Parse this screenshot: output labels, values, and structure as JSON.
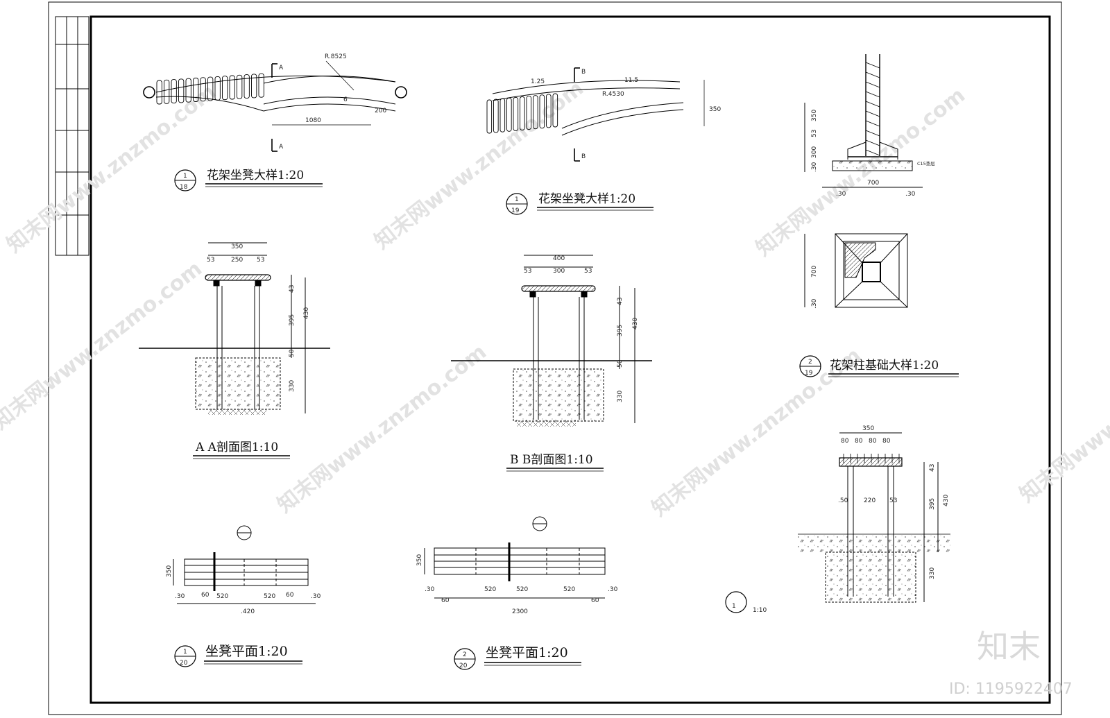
{
  "titles": {
    "t1": {
      "num": "1",
      "den": "18",
      "text": "花架坐凳大样1:20"
    },
    "t2": {
      "num": "1",
      "den": "19",
      "text": "花架坐凳大样1:20"
    },
    "t3": {
      "num": "2",
      "den": "19",
      "text": "花架柱基础大样1:20"
    },
    "t4": {
      "text": "A  A剖面图1:10"
    },
    "t5": {
      "text": "B  B剖面图1:10"
    },
    "t6": {
      "num": "1",
      "den": "20",
      "text": "坐凳平面1:20"
    },
    "t7": {
      "num": "2",
      "den": "20",
      "text": "坐凳平面1:20"
    },
    "t8": {
      "num": "1",
      "text": "1:10"
    }
  },
  "plan1": {
    "dims": [
      "1080",
      "200",
      "R.8525",
      "6"
    ],
    "section_label": "A"
  },
  "plan2": {
    "dims": [
      "1.25",
      "11.5",
      "R.4530",
      "350"
    ],
    "section_label": "B"
  },
  "sectionA": {
    "dims": [
      "350",
      "53",
      "250",
      "53",
      "43",
      "395",
      "430",
      "50",
      "330"
    ]
  },
  "sectionB": {
    "dims": [
      "400",
      "53",
      "300",
      "53",
      "43",
      "395",
      "430",
      "50",
      "330"
    ]
  },
  "base": {
    "dims": [
      "350",
      "53",
      "300",
      ".30",
      ".30",
      "700",
      ".30"
    ],
    "label": "C15垫层"
  },
  "basePlan": {
    "dims": [
      "700",
      ".30"
    ]
  },
  "detail1": {
    "dims": [
      "350",
      "80",
      "80",
      "80",
      "80",
      ".50",
      "220",
      "53",
      "430",
      "395",
      "330",
      "43"
    ]
  },
  "bench1": {
    "dims": [
      "350",
      ".30",
      "60",
      "520",
      "520",
      "60",
      ".30",
      ".420"
    ]
  },
  "bench2": {
    "dims": [
      "350",
      ".30",
      "60",
      "520",
      "520",
      "520",
      "60",
      ".30",
      "2300"
    ]
  },
  "watermark": {
    "text": "知末网www.znzmo.com"
  },
  "logo": {
    "text": "知末",
    "id": "ID: 1195922407"
  }
}
